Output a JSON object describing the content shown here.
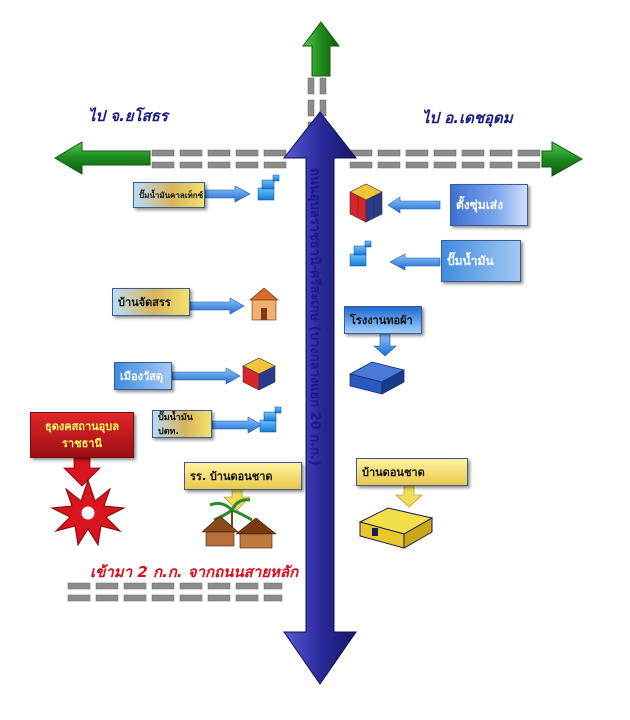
{
  "directions": {
    "to_yasothon": "ไป จ.ยโสธร",
    "to_detudom": "ไป อ.เดชอุดม"
  },
  "main_road": {
    "name": "ถนนอุบลราชธานี-ศรีสะเกษ   (บางกลางแยก 20 ก.ก.)"
  },
  "entry": {
    "text": "เข้ามา 2 ก.ก. จากถนนสายหลัก"
  },
  "landmarks": {
    "gas_station_kaset": "ปั๊มน้ำมันคาลเท็กซ์",
    "tang_chum_seng": "ตั้งซุ่มเส่ง",
    "gas_station": "ปั๊มน้ำมัน",
    "ban_jadsan": "บ้านจัดสรร",
    "factory": "โรงงานทอผ้า",
    "mueang_wasadu": "เมืองวัสดุ",
    "gas_station_ptt": "ปั๊มน้ำมัน ปตท.",
    "destination_line1": "ธุดงคสถานอุบล",
    "destination_line2": "ราชธานี",
    "school": "รร. บ้านดอนชาด",
    "ban_don_chat": "บ้านดอนชาด"
  },
  "icons": [
    "green-arrow-north-icon",
    "green-arrow-west-icon",
    "green-arrow-east-icon",
    "blue-arrow-south-icon",
    "gas-pump-icon",
    "building-cube-icon",
    "house-icon",
    "factory-building-icon",
    "red-star-burst-icon"
  ],
  "colors": {
    "road_gray": "#8c8c8c",
    "green_arrow": "#1f8a1f",
    "main_road_blue": "#2c2c9a",
    "star_red": "#d8141e",
    "destination_red": "#d8141e"
  }
}
